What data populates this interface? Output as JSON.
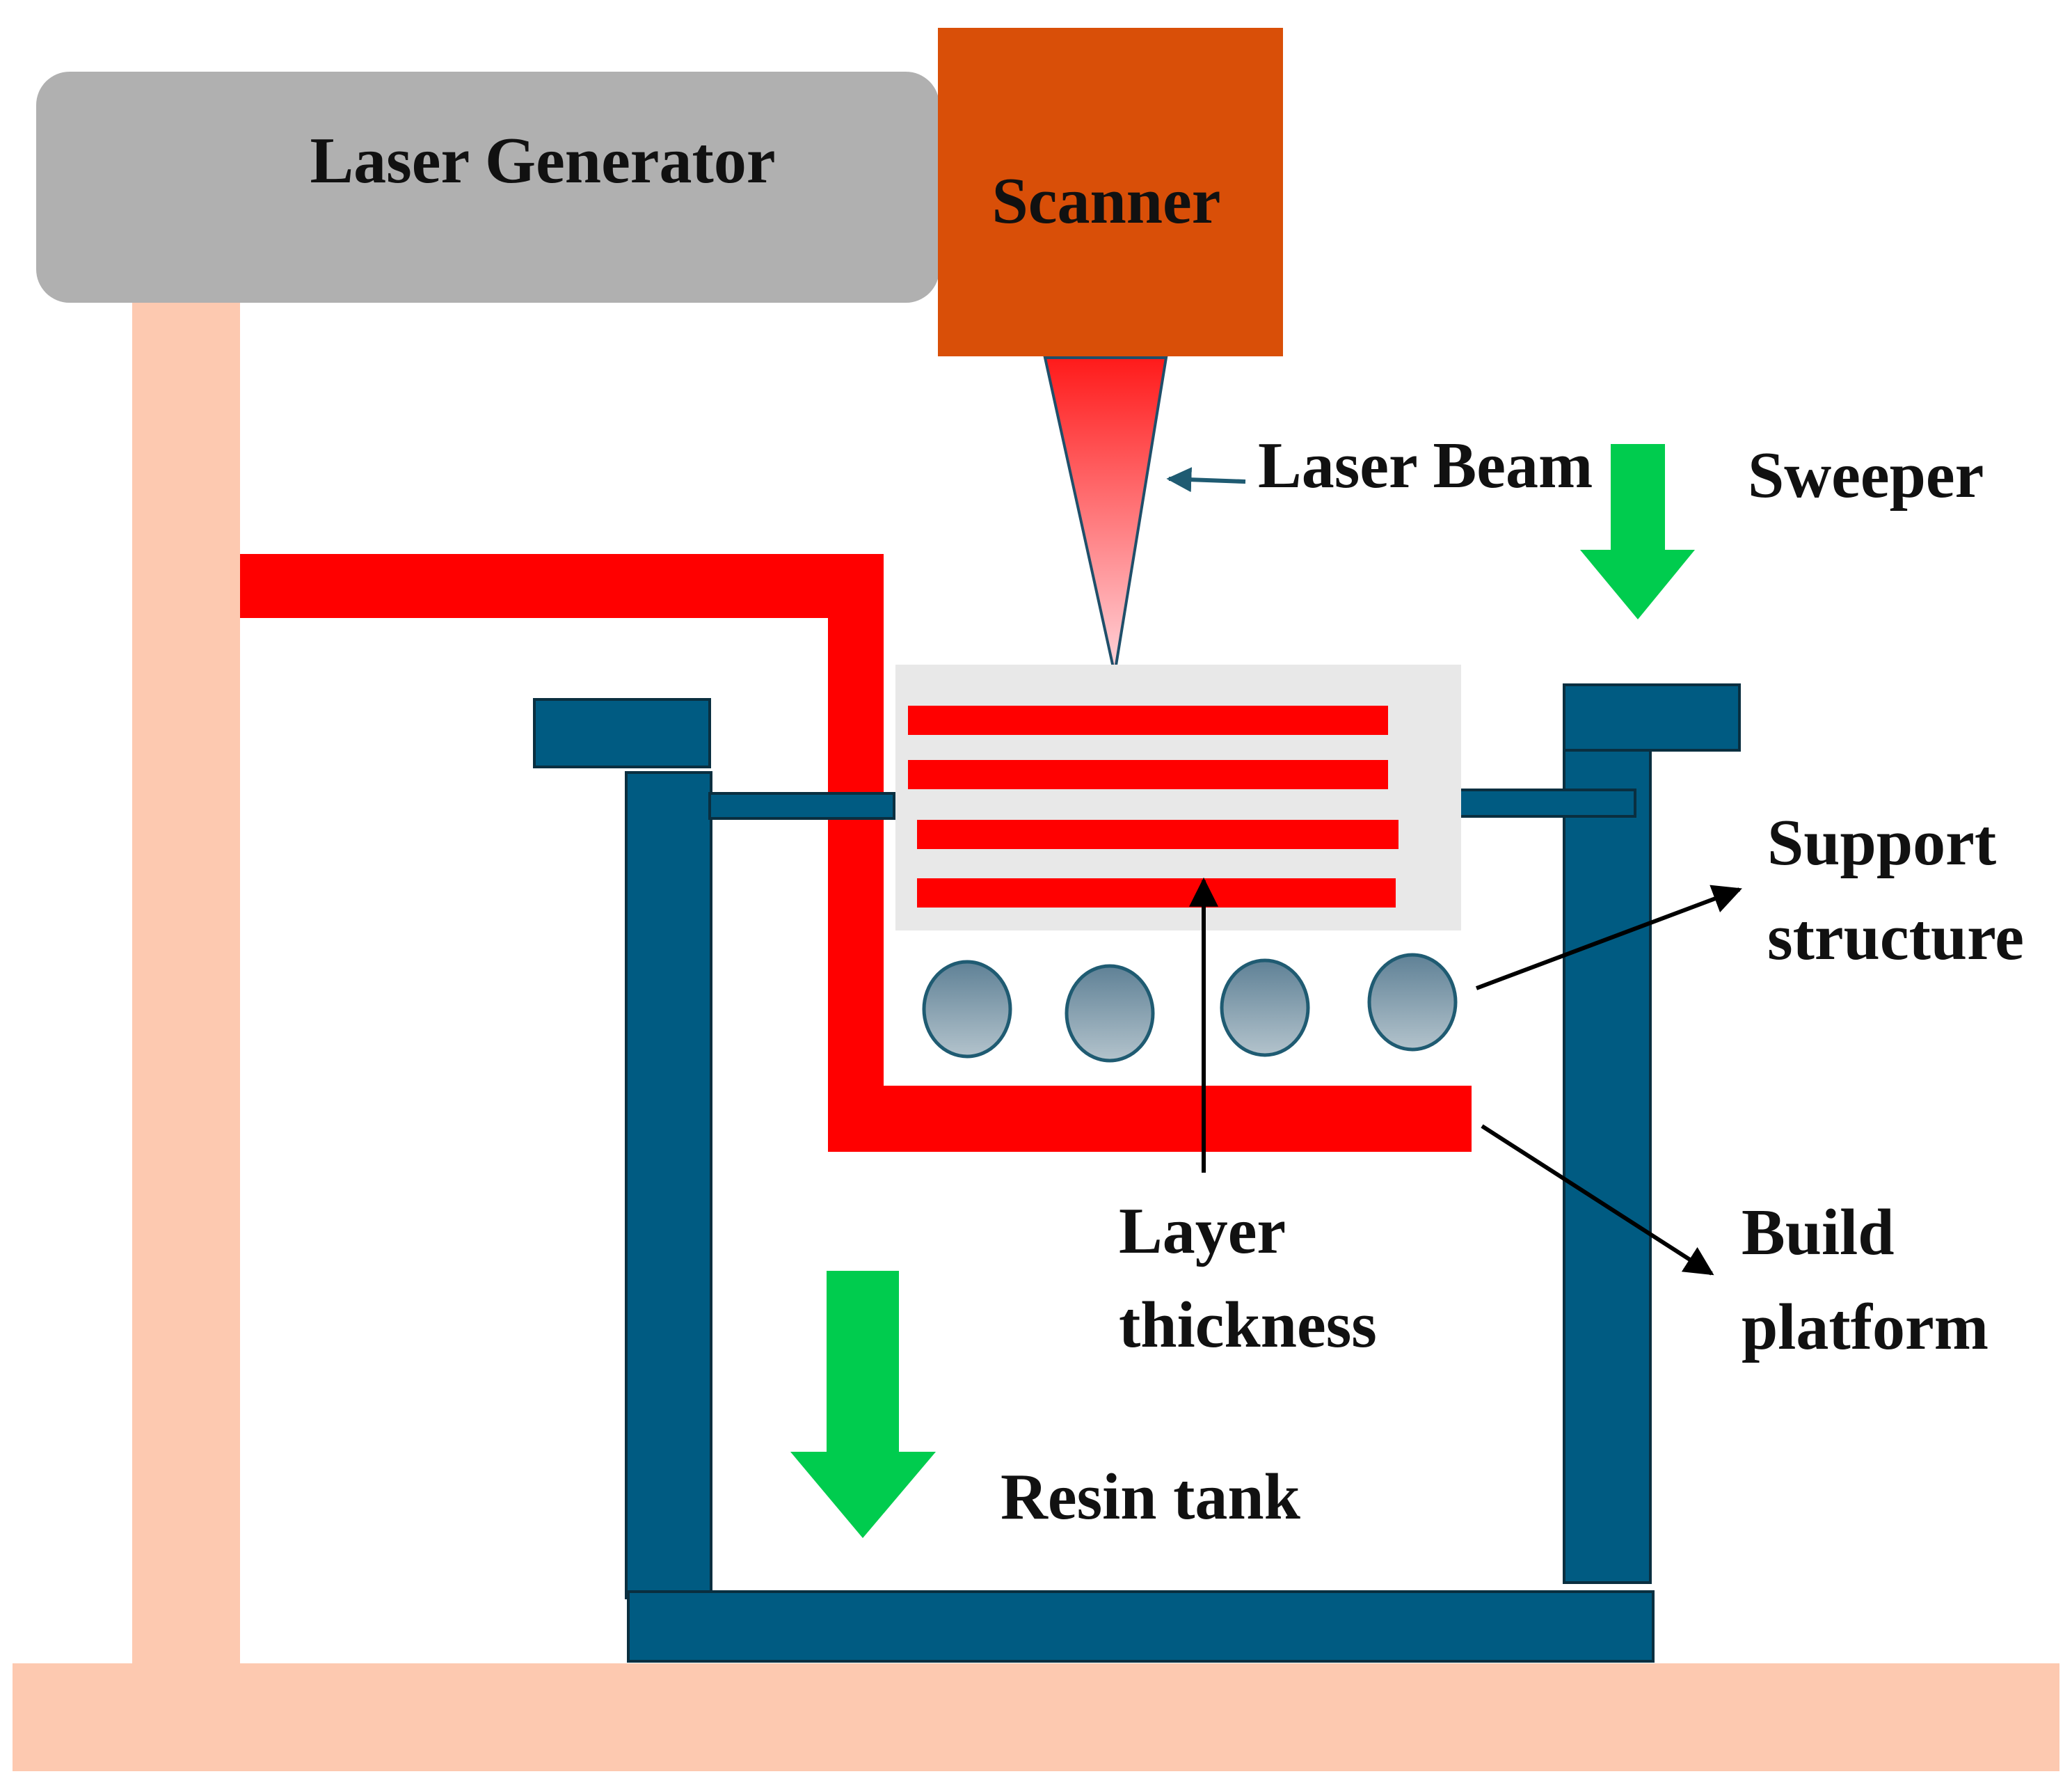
{
  "labels": {
    "laser_generator": "Laser Generator",
    "scanner": "Scanner",
    "laser_beam": "Laser Beam",
    "sweeper": "Sweeper",
    "support_structure_line1": "Support",
    "support_structure_line2": "structure",
    "layer_thickness_line1": "Layer",
    "layer_thickness_line2": "thickness",
    "build_platform_line1": "Build",
    "build_platform_line2": "platform",
    "resin_tank": "Resin tank"
  },
  "colors": {
    "laser_generator": "#b0b0b0",
    "scanner": "#d94f08",
    "beam_path": "#ff0000",
    "tank": "#005b82",
    "frame": "#fdc9b0",
    "arrow_green": "#00cc4e",
    "part_background": "#e8e8e8",
    "support_ball": "#7f9cac",
    "pointer_arrow": "#000000",
    "beam_gradient_top": "#ff1a1a",
    "beam_gradient_bottom": "#ffd6dc"
  },
  "counts": {
    "printed_layers": 4,
    "support_balls": 4
  }
}
